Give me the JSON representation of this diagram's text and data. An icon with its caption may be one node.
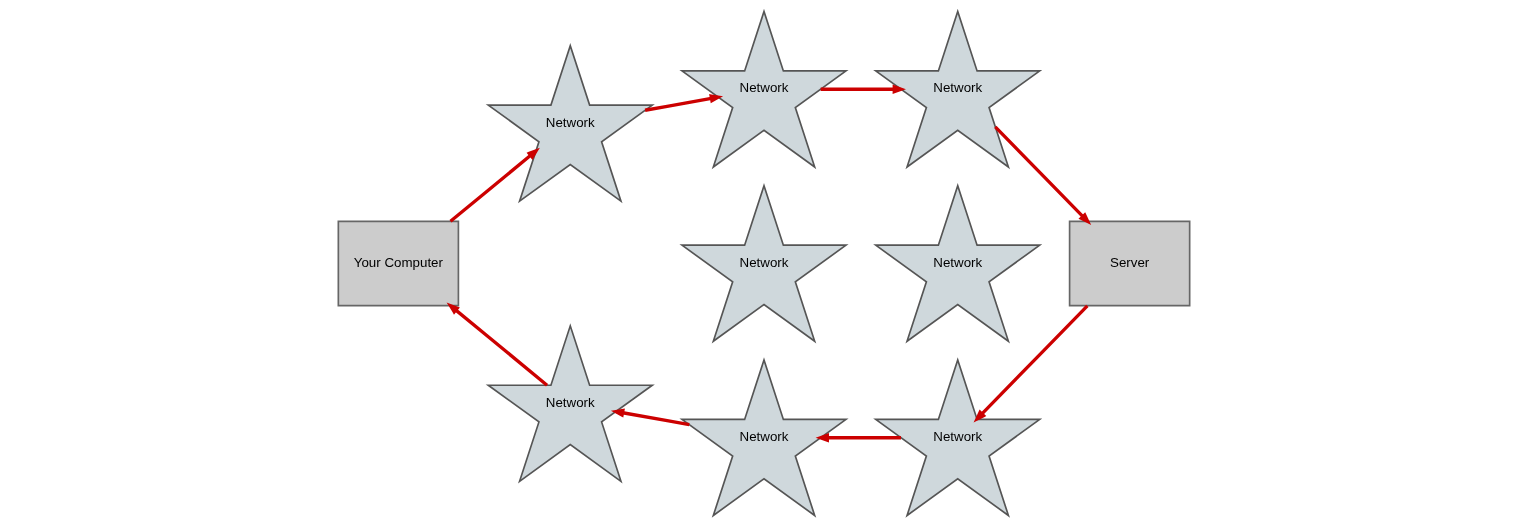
{
  "diagram": {
    "nodes": [
      {
        "text": [
          "Your Computer"
        ]
      },
      {
        "text": [
          "Network"
        ]
      },
      {
        "text": [
          "Network"
        ]
      },
      {
        "text": [
          "Network"
        ]
      },
      {
        "text": [
          "Network"
        ]
      },
      {
        "text": [
          "Network"
        ]
      },
      {
        "text": [
          "Network"
        ]
      },
      {
        "text": [
          "Network"
        ]
      },
      {
        "text": [
          "Network"
        ]
      },
      {
        "text": [
          "Server"
        ]
      }
    ],
    "edges": [
      {
        "from": 0,
        "to": 2,
        "arrow": "to"
      },
      {
        "from": 2,
        "to": 1,
        "arrow": "to"
      },
      {
        "from": 1,
        "to": 3,
        "arrow": "to"
      },
      {
        "from": 3,
        "to": 9,
        "arrow": "to"
      },
      {
        "from": 9,
        "to": 5,
        "arrow": "to"
      },
      {
        "from": 5,
        "to": 4,
        "arrow": "to"
      },
      {
        "from": 4,
        "to": 6,
        "arrow": "to"
      },
      {
        "from": 6,
        "to": 0,
        "arrow": "to"
      }
    ]
  }
}
